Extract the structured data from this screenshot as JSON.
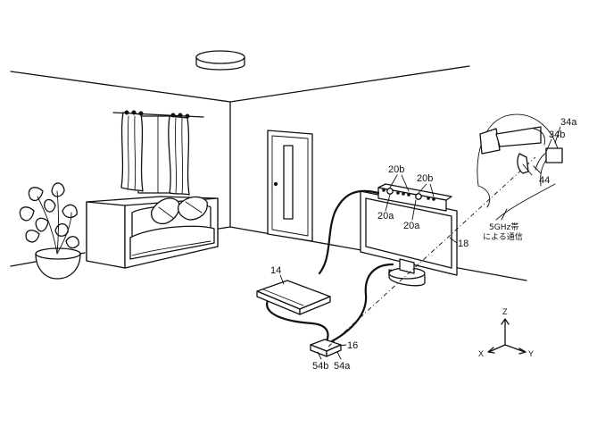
{
  "labels": {
    "console": "14",
    "relay": "16",
    "display": "18",
    "camera_a1": "20a",
    "camera_a2": "20a",
    "camera_b1": "20b",
    "camera_b2": "20b",
    "hmd_a": "34a",
    "hmd_b": "34b",
    "controller": "44",
    "relay_b": "54b",
    "relay_a": "54a"
  },
  "comm": {
    "line1": "5GHz帯",
    "line2": "による通信"
  },
  "axes": {
    "z": "Z",
    "x": "X",
    "y": "Y"
  }
}
